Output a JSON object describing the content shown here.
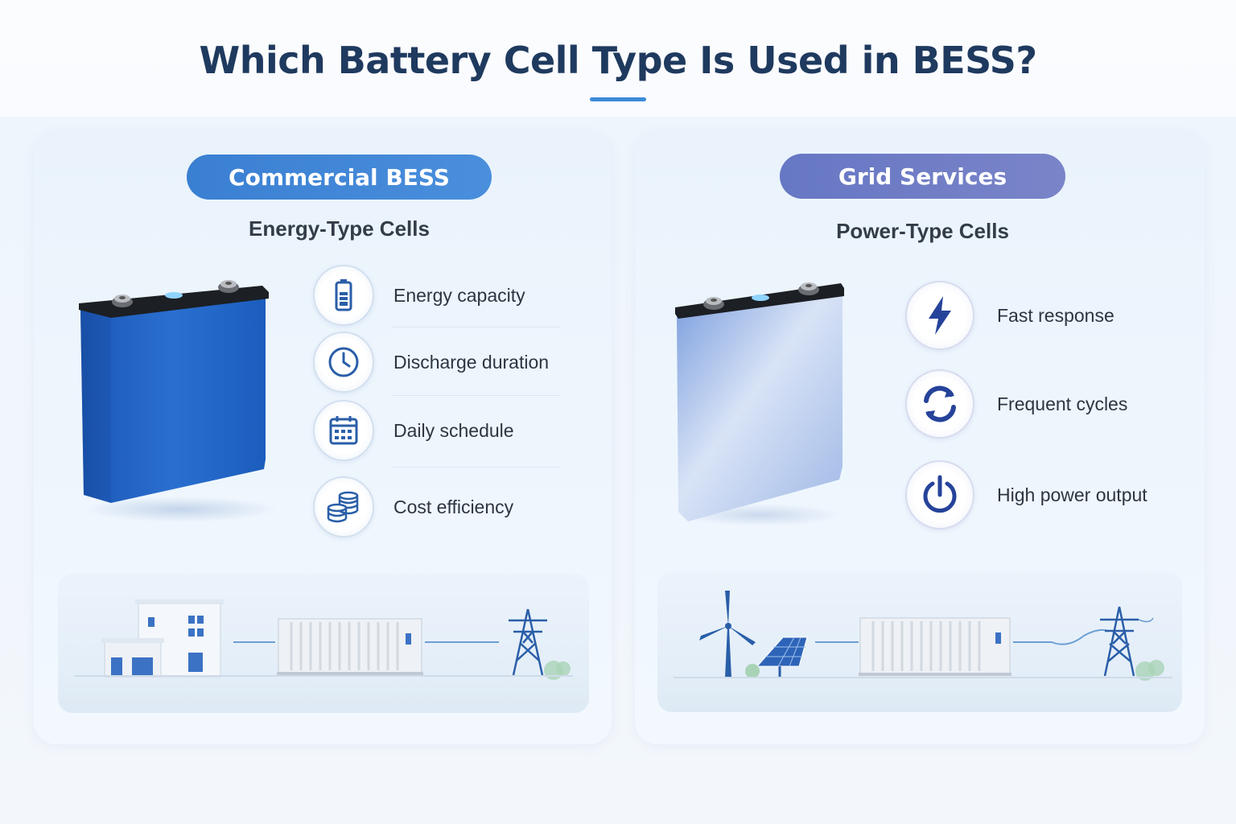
{
  "title": "Which Battery Cell Type Is Used in BESS?",
  "left": {
    "badge": "Commercial BESS",
    "subtitle": "Energy-Type Cells",
    "cell_color": "#1e63c6",
    "features": [
      {
        "label": "Energy capacity",
        "icon": "battery-icon"
      },
      {
        "label": "Discharge duration",
        "icon": "clock-icon"
      },
      {
        "label": "Daily schedule",
        "icon": "calendar-icon"
      },
      {
        "label": "Cost efficiency",
        "icon": "coins-icon"
      }
    ]
  },
  "right": {
    "badge": "Grid Services",
    "subtitle": "Power-Type Cells",
    "cell_color": "#8eaee2",
    "features": [
      {
        "label": "Fast response",
        "icon": "lightning-icon"
      },
      {
        "label": "Frequent cycles",
        "icon": "refresh-cycle-icon"
      },
      {
        "label": "High power output",
        "icon": "power-icon"
      }
    ]
  },
  "colors": {
    "title": "#1f3a5f",
    "accent_blue": "#3a7fd2",
    "accent_purple": "#6f7dc6",
    "icon_blue": "#2a5ea8",
    "icon_navy": "#26439a"
  }
}
